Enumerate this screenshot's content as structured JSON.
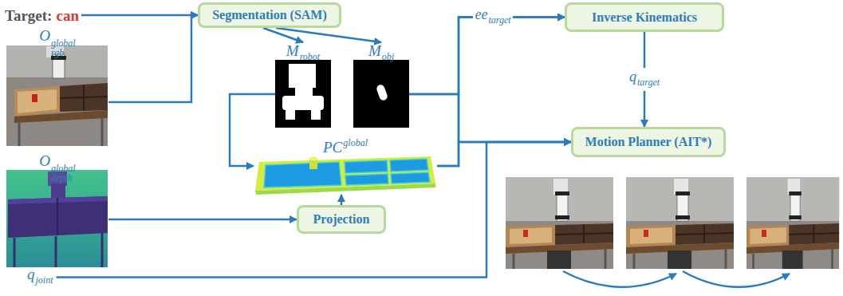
{
  "diagram": {
    "nodes": [
      {
        "text": [
          "Target:",
          "can"
        ]
      },
      {
        "text": [
          "Segmentation (SAM)"
        ]
      },
      {
        "text": [
          "O",
          "global",
          "rgb"
        ]
      },
      {
        "text": [
          "M",
          "robot"
        ]
      },
      {
        "text": [
          "M",
          "obj"
        ]
      },
      {
        "text": [
          "PC",
          "global"
        ]
      },
      {
        "text": [
          "O",
          "global",
          "depth"
        ]
      },
      {
        "text": [
          "Projection"
        ]
      },
      {
        "text": [
          "Inverse Kinematics"
        ]
      },
      {
        "text": [
          "Motion Planner (AIT*)"
        ]
      },
      {
        "text": [
          "q",
          "joint"
        ]
      }
    ],
    "edges": [
      {
        "from": 0,
        "to": 1,
        "arrow": "to"
      },
      {
        "from": 2,
        "to": 1,
        "arrow": "to"
      },
      {
        "from": 1,
        "to": 3,
        "arrow": "to"
      },
      {
        "from": 1,
        "to": 4,
        "arrow": "to"
      },
      {
        "from": 3,
        "to": 5,
        "arrow": "to"
      },
      {
        "from": 6,
        "to": 7,
        "arrow": "to"
      },
      {
        "from": 7,
        "to": 5,
        "arrow": "to"
      },
      {
        "from": 4,
        "to": 8,
        "arrow": "to"
      },
      {
        "from": 5,
        "to": 8,
        "arrow": "to"
      },
      {
        "from": 8,
        "to": 9,
        "arrow": "to"
      },
      {
        "from": 4,
        "to": 9,
        "arrow": "to"
      },
      {
        "from": 5,
        "to": 9,
        "arrow": "to"
      },
      {
        "from": 10,
        "to": 9,
        "arrow": "to"
      }
    ],
    "labels": [
      "ee",
      "target",
      "q",
      "target"
    ]
  }
}
